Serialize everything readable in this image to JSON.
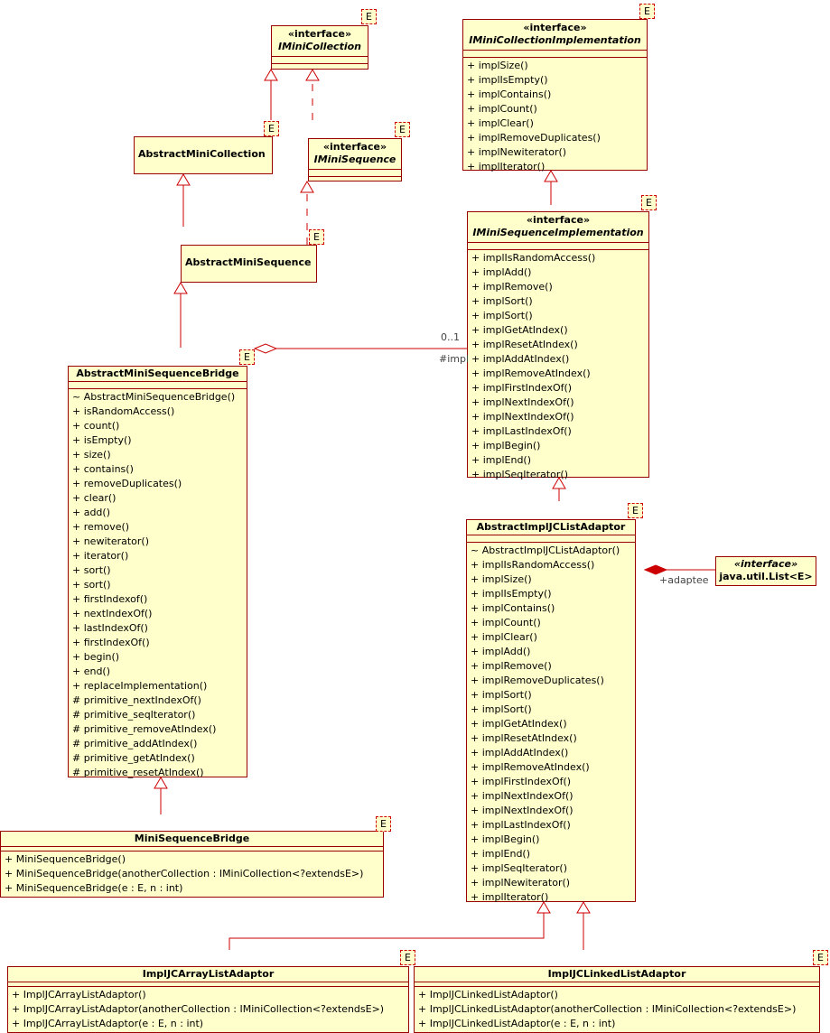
{
  "template_param": "E",
  "classes": {
    "imini_collection": {
      "stereotype": "«interface»",
      "name": "IMiniCollection"
    },
    "imini_collection_impl": {
      "stereotype": "«interface»",
      "name": "IMiniCollectionImplementation",
      "ops": [
        "+ implSize()",
        "+ implIsEmpty()",
        "+ implContains()",
        "+ implCount()",
        "+ implClear()",
        "+ implRemoveDuplicates()",
        "+ implNewiterator()",
        "+ implIterator()"
      ]
    },
    "abstract_mini_collection": {
      "name": "AbstractMiniCollection"
    },
    "imini_sequence": {
      "stereotype": "«interface»",
      "name": "IMiniSequence"
    },
    "imini_sequence_impl": {
      "stereotype": "«interface»",
      "name": "IMiniSequenceImplementation",
      "ops": [
        "+ implIsRandomAccess()",
        "+ implAdd()",
        "+ implRemove()",
        "+ implSort()",
        "+ implSort()",
        "+ implGetAtIndex()",
        "+ implResetAtIndex()",
        "+ implAddAtIndex()",
        "+ implRemoveAtIndex()",
        "+ implFirstIndexOf()",
        "+ implNextIndexOf()",
        "+ implNextIndexOf()",
        "+ implLastIndexOf()",
        "+ implBegin()",
        "+ implEnd()",
        "+ implSeqIterator()"
      ]
    },
    "abstract_mini_sequence": {
      "name": "AbstractMiniSequence"
    },
    "abstract_mini_sequence_bridge": {
      "name": "AbstractMiniSequenceBridge",
      "ops": [
        "~ AbstractMiniSequenceBridge()",
        "+ isRandomAccess()",
        "+ count()",
        "+ isEmpty()",
        "+ size()",
        "+ contains()",
        "+ removeDuplicates()",
        "+ clear()",
        "+ add()",
        "+ remove()",
        "+ newiterator()",
        "+ iterator()",
        "+ sort()",
        "+ sort()",
        "+ firstIndexof()",
        "+ nextIndexOf()",
        "+ lastIndexOf()",
        "+ firstIndexOf()",
        "+ begin()",
        "+ end()",
        "+ replaceImplementation()",
        "# primitive_nextIndexOf()",
        "# primitive_seqIterator()",
        "# primitive_removeAtIndex()",
        "# primitive_addAtIndex()",
        "# primitive_getAtIndex()",
        "# primitive_resetAtIndex()"
      ]
    },
    "mini_sequence_bridge": {
      "name": "MiniSequenceBridge",
      "ops": [
        "+ MiniSequenceBridge()",
        "+ MiniSequenceBridge(anotherCollection : IMiniCollection<?extendsE>)",
        "+ MiniSequenceBridge(e : E, n : int)"
      ]
    },
    "abstract_impl_jc_list_adaptor": {
      "name": "AbstractImplJCListAdaptor",
      "ops": [
        "~ AbstractImplJCListAdaptor()",
        "+ implIsRandomAccess()",
        "+ implSize()",
        "+ implIsEmpty()",
        "+ implContains()",
        "+ implCount()",
        "+ implClear()",
        "+ implAdd()",
        "+ implRemove()",
        "+ implRemoveDuplicates()",
        "+ implSort()",
        "+ implSort()",
        "+ implGetAtIndex()",
        "+ implResetAtIndex()",
        "+ implAddAtIndex()",
        "+ implRemoveAtIndex()",
        "+ implFirstIndexOf()",
        "+ implNextIndexOf()",
        "+ implNextIndexOf()",
        "+ implLastIndexOf()",
        "+ implBegin()",
        "+ implEnd()",
        "+ implSeqIterator()",
        "+ implNewiterator()",
        "+ implIterator()"
      ]
    },
    "java_util_list": {
      "stereotype": "«interface»",
      "name": "java.util.List<E>"
    },
    "impl_jc_array_list_adaptor": {
      "name": "ImplJCArrayListAdaptor",
      "ops": [
        "+ ImplJCArrayListAdaptor()",
        "+ ImplJCArrayListAdaptor(anotherCollection : IMiniCollection<?extendsE>)",
        "+ ImplJCArrayListAdaptor(e : E, n : int)"
      ]
    },
    "impl_jc_linked_list_adaptor": {
      "name": "ImplJCLinkedListAdaptor",
      "ops": [
        "+ ImplJCLinkedListAdaptor()",
        "+ ImplJCLinkedListAdaptor(anotherCollection : IMiniCollection<?extendsE>)",
        "+ ImplJCLinkedListAdaptor(e : E, n : int)"
      ]
    }
  },
  "labels": {
    "impl_multiplicity": "0..1",
    "impl_role": "#impl",
    "adaptee_role": "+adaptee"
  },
  "colors": {
    "line": "#cc0000",
    "border": "#990000",
    "fill": "#ffffcc"
  }
}
